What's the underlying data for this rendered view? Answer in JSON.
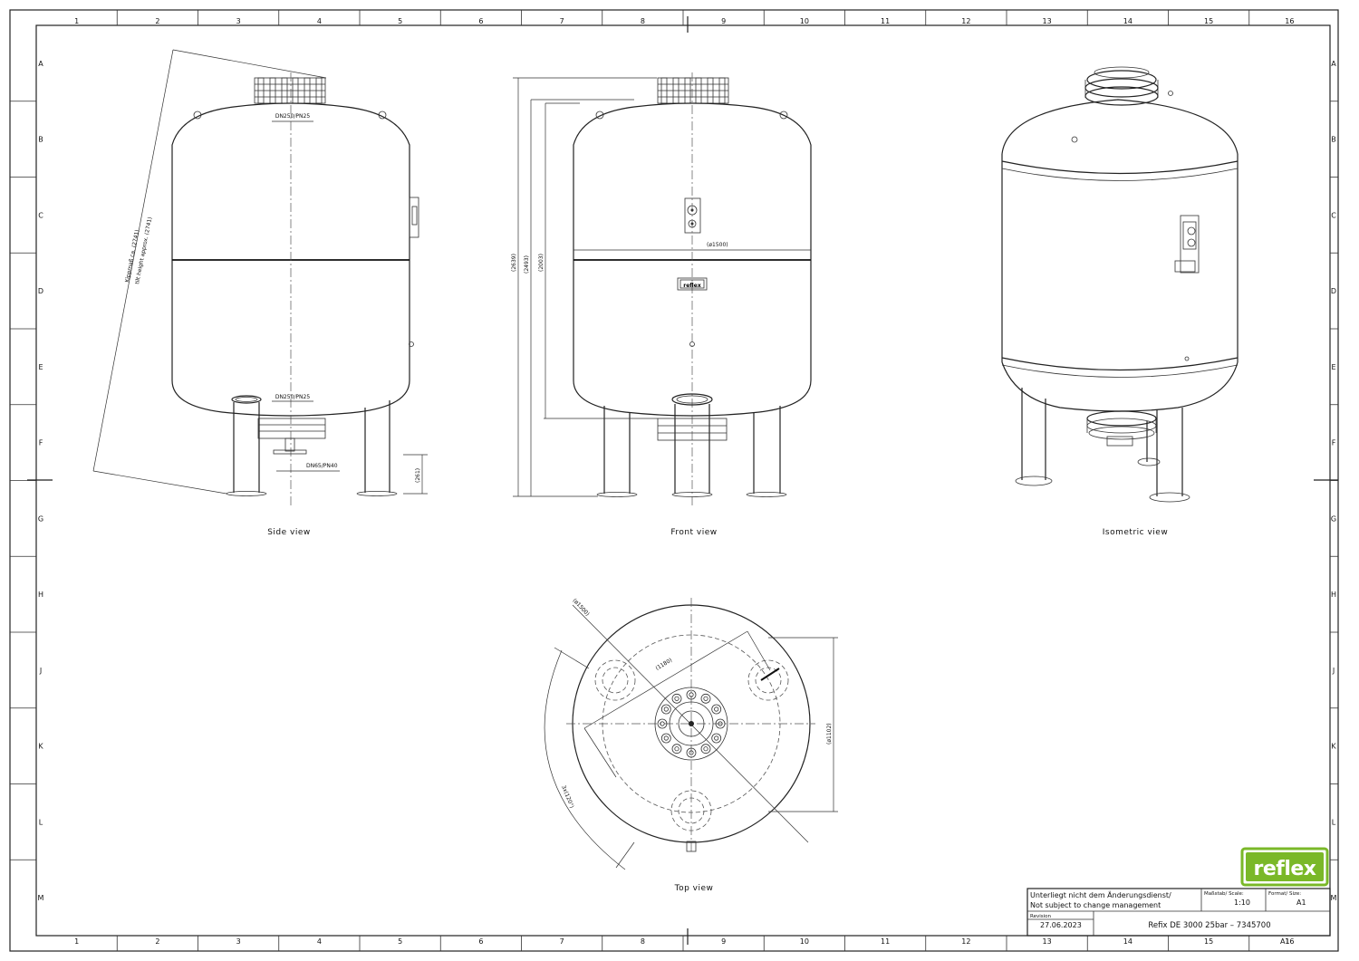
{
  "grid": {
    "columns": [
      "1",
      "2",
      "3",
      "4",
      "5",
      "6",
      "7",
      "8",
      "9",
      "10",
      "11",
      "12",
      "13",
      "14",
      "15",
      "16"
    ],
    "rows": [
      "A",
      "B",
      "C",
      "D",
      "E",
      "F",
      "G",
      "H",
      "J",
      "K",
      "L",
      "M"
    ]
  },
  "views": {
    "side": "Side view",
    "front": "Front view",
    "isometric": "Isometric view",
    "top": "Top view"
  },
  "annotations": {
    "tilt_de": "Kippmaß ca. (2741)",
    "tilt_en": "tilt height approx. (2741)",
    "flange_top": "DN250/PN25",
    "flange_bottom": "DN250/PN25",
    "drain": "DN65/PN40",
    "h_feet": "(261)",
    "h_total": "(2639)",
    "h_2493": "(2493)",
    "h_2003": "(2003)",
    "diameter_front": "(ø1500)",
    "diameter_top": "(ø1500)",
    "pitch_1180": "(1180)",
    "pitch_1102": "(ø1102)",
    "angle": "3x(120°)",
    "brand_plate": "reflex"
  },
  "title_block": {
    "notice_de": "Unterliegt nicht dem Änderungsdienst/",
    "notice_en": "Not subject to change management",
    "scale_label": "Maßstab/ Scale:",
    "scale_value": "1:10",
    "format_label": "Format/ Size:",
    "format_value": "A1",
    "revision_label": "Revision",
    "revision_date": "27.06.2023",
    "title": "Refix DE 3000 25bar – 7345700",
    "sheet_format": "A1"
  },
  "logo": {
    "text": "reflex",
    "color": "#7ab828"
  }
}
